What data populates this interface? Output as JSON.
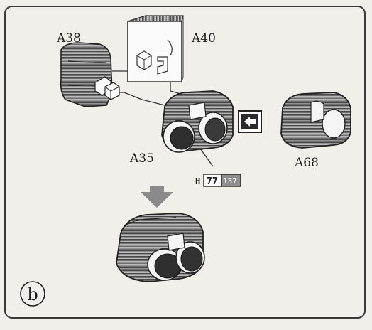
{
  "step": {
    "marker": "b",
    "arrow_direction": "down"
  },
  "parts": [
    {
      "id": "A38",
      "label": "A38"
    },
    {
      "id": "A40",
      "label": "A40"
    },
    {
      "id": "A35",
      "label": "A35"
    },
    {
      "id": "A68",
      "label": "A68"
    }
  ],
  "paint_callout": {
    "letter": "H",
    "code_primary": "77",
    "code_secondary": "137",
    "primary_fill": "#ffffff",
    "secondary_fill": "#8f8f8f"
  },
  "icons": {
    "alternative": "alternative-part-arrow-icon",
    "down_arrow": "down-arrow-icon"
  },
  "colors": {
    "background": "#f1efea",
    "frame": "#3a3a3a",
    "engine_dark": "#2f2f2f",
    "engine_mid": "#6b6b6b",
    "arrow_gray": "#8a8a8a"
  }
}
